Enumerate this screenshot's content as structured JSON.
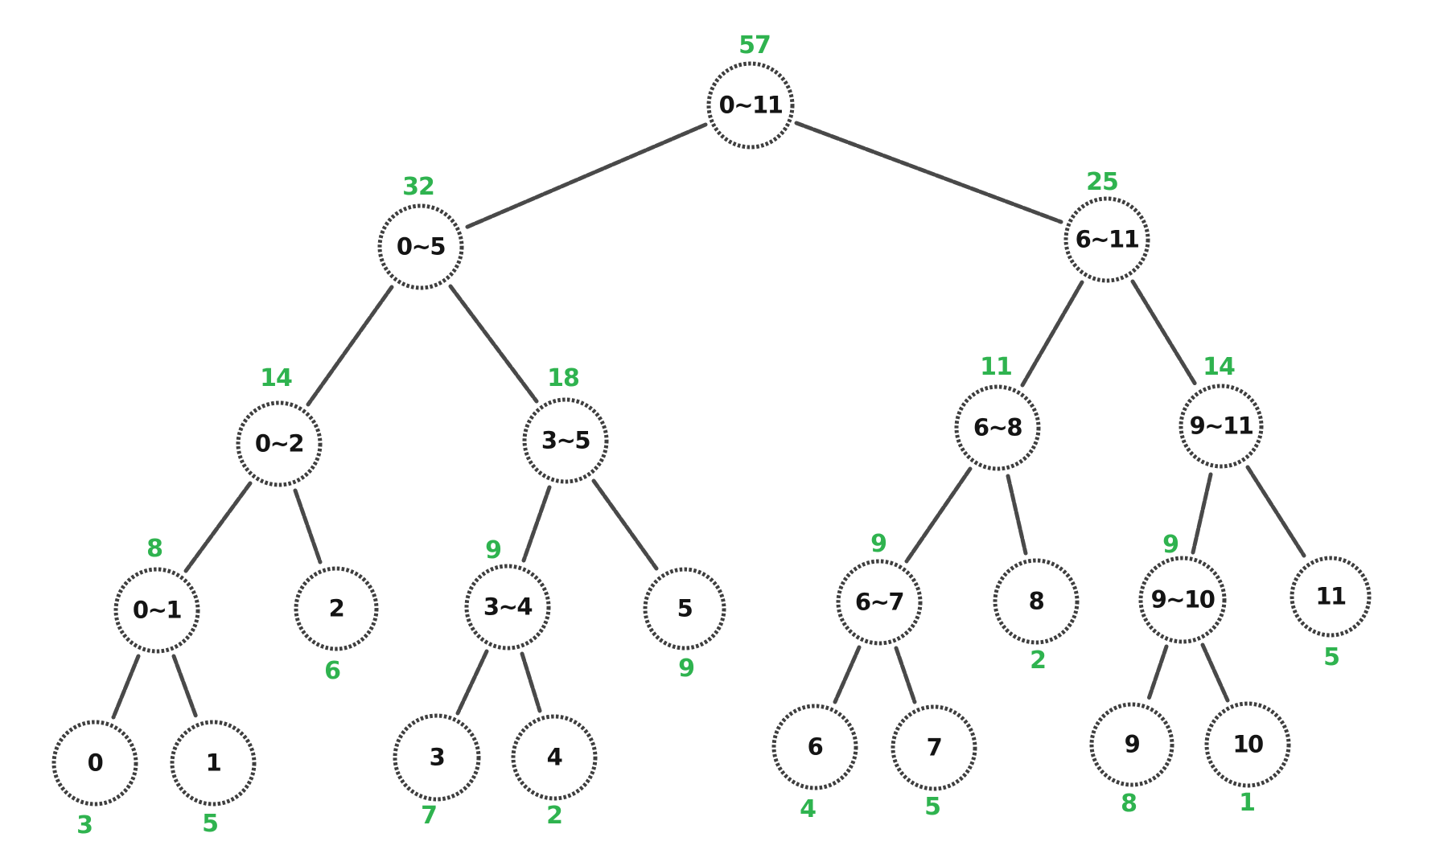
{
  "diagram": {
    "kind": "segment-tree",
    "aggregate": "sum"
  },
  "colors": {
    "background": "#ffffff",
    "node_stroke": "#333333",
    "edge_stroke": "#3a3a3a",
    "node_text": "#141414",
    "sum_green": "#2fb34f"
  },
  "tree": {
    "nodes": [
      {
        "range": "0~11",
        "sum": "57",
        "level": 0,
        "sum_position": "above"
      },
      {
        "range": "0~5",
        "sum": "32",
        "level": 1,
        "sum_position": "above"
      },
      {
        "range": "6~11",
        "sum": "25",
        "level": 1,
        "sum_position": "above"
      },
      {
        "range": "0~2",
        "sum": "14",
        "level": 2,
        "sum_position": "above"
      },
      {
        "range": "3~5",
        "sum": "18",
        "level": 2,
        "sum_position": "above"
      },
      {
        "range": "6~8",
        "sum": "11",
        "level": 2,
        "sum_position": "above"
      },
      {
        "range": "9~11",
        "sum": "14",
        "level": 2,
        "sum_position": "above"
      },
      {
        "range": "0~1",
        "sum": "8",
        "level": 3,
        "sum_position": "above"
      },
      {
        "range": "2",
        "sum": "6",
        "level": 3,
        "sum_position": "below"
      },
      {
        "range": "3~4",
        "sum": "9",
        "level": 3,
        "sum_position": "above"
      },
      {
        "range": "5",
        "sum": "9",
        "level": 3,
        "sum_position": "below"
      },
      {
        "range": "6~7",
        "sum": "9",
        "level": 3,
        "sum_position": "above"
      },
      {
        "range": "8",
        "sum": "2",
        "level": 3,
        "sum_position": "below"
      },
      {
        "range": "9~10",
        "sum": "9",
        "level": 3,
        "sum_position": "above"
      },
      {
        "range": "11",
        "sum": "5",
        "level": 3,
        "sum_position": "below"
      },
      {
        "range": "0",
        "sum": "3",
        "level": 4,
        "sum_position": "below"
      },
      {
        "range": "1",
        "sum": "5",
        "level": 4,
        "sum_position": "below"
      },
      {
        "range": "3",
        "sum": "7",
        "level": 4,
        "sum_position": "below"
      },
      {
        "range": "4",
        "sum": "2",
        "level": 4,
        "sum_position": "below"
      },
      {
        "range": "6",
        "sum": "4",
        "level": 4,
        "sum_position": "below"
      },
      {
        "range": "7",
        "sum": "5",
        "level": 4,
        "sum_position": "below"
      },
      {
        "range": "9",
        "sum": "8",
        "level": 4,
        "sum_position": "below"
      },
      {
        "range": "10",
        "sum": "1",
        "level": 4,
        "sum_position": "below"
      }
    ],
    "edges": [
      [
        0,
        1
      ],
      [
        0,
        2
      ],
      [
        1,
        3
      ],
      [
        1,
        4
      ],
      [
        2,
        5
      ],
      [
        2,
        6
      ],
      [
        3,
        7
      ],
      [
        3,
        8
      ],
      [
        4,
        9
      ],
      [
        4,
        10
      ],
      [
        5,
        11
      ],
      [
        5,
        12
      ],
      [
        6,
        13
      ],
      [
        6,
        14
      ],
      [
        7,
        15
      ],
      [
        7,
        16
      ],
      [
        9,
        17
      ],
      [
        9,
        18
      ],
      [
        11,
        19
      ],
      [
        11,
        20
      ],
      [
        13,
        21
      ],
      [
        13,
        22
      ]
    ]
  }
}
